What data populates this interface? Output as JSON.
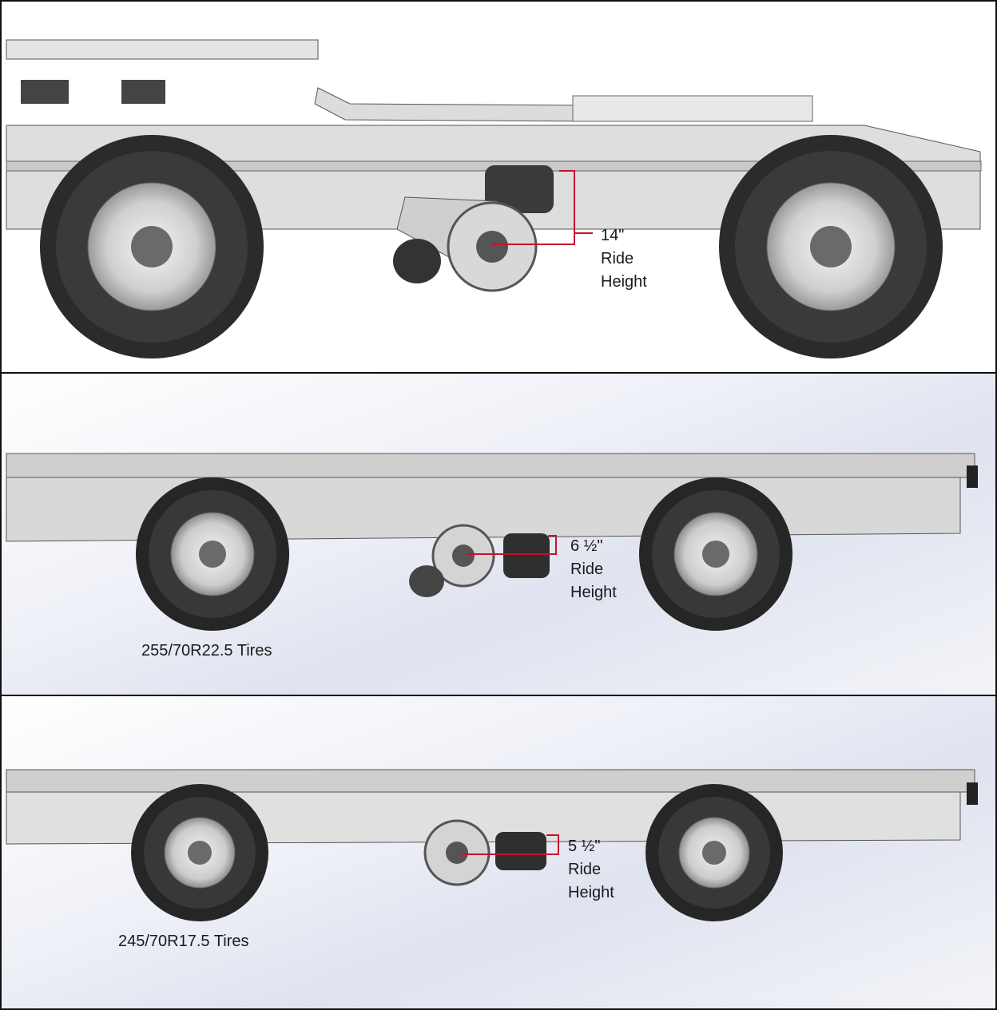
{
  "panels": [
    {
      "ride_height_label": "14\"\nRide\nHeight",
      "tire_label": ""
    },
    {
      "ride_height_label": "6 ½\"\nRide\nHeight",
      "tire_label": "255/70R22.5 Tires"
    },
    {
      "ride_height_label": "5 ½\"\nRide\nHeight",
      "tire_label": "245/70R17.5 Tires"
    }
  ],
  "colors": {
    "frame": "#d6d6d6",
    "tire": "#2b2b2b",
    "marker": "#c8102e",
    "border": "#111111"
  }
}
